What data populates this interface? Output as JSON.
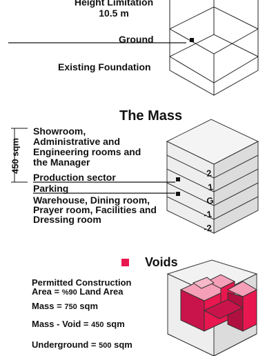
{
  "height_limitation": {
    "line1": "Height Limitation",
    "line2": "10.5 m"
  },
  "ground_label": "Ground",
  "existing_foundation_label": "Existing Foundation",
  "mass_section": {
    "title": "The Mass",
    "side_label": "450 sqm",
    "program_blocks": [
      [
        "Showroom,",
        "Administrative and",
        "Engineering rooms and",
        "the Manager"
      ],
      [
        "Production sector"
      ],
      [
        "Parking"
      ],
      [
        "Warehouse, Dining room,",
        "Prayer room, Facilities and",
        "Dressing room"
      ]
    ],
    "floor_levels": [
      "2",
      "1",
      "G",
      "-1",
      "-2"
    ]
  },
  "voids_section": {
    "title": "Voids",
    "legend_color": "#e8174f",
    "permitted_line1": "Permitted Construction",
    "permitted_line2_a": "Area = ",
    "permitted_line2_b": "%90",
    "permitted_line2_c": " Land Area",
    "mass_label": "Mass  = ",
    "mass_value": "750",
    "mass_unit": " sqm",
    "mass_void_label": "Mass - Void = ",
    "mass_void_value": "450",
    "mass_void_unit": " sqm",
    "underground_label": "Underground = ",
    "underground_value": "500",
    "underground_unit": " sqm"
  },
  "colors": {
    "void_dark": "#b0103e",
    "void_mid": "#e8174f",
    "void_light": "#f5a0b8",
    "mass_face_light": "#f2f2f2",
    "mass_face_mid": "#e4e4e4",
    "mass_face_dark": "#d4d4d4"
  }
}
